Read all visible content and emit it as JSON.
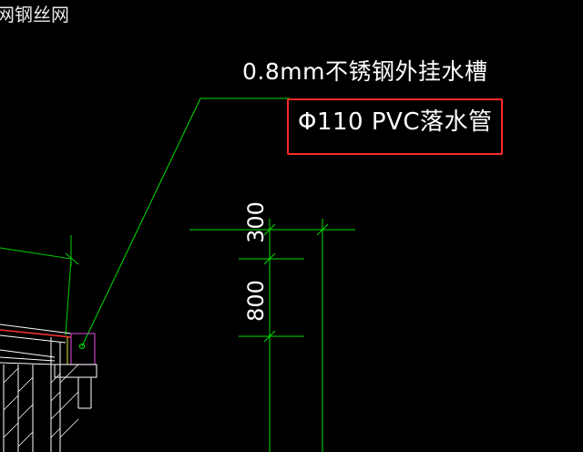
{
  "drawing": {
    "top_left_text": "网钢丝网",
    "gutter_label": "0.8mm不锈钢外挂水槽",
    "pipe_label": "Φ110 PVC落水管",
    "dimension_upper": "300",
    "dimension_lower": "800"
  },
  "colors": {
    "background": "#000000",
    "leader_line": "#00ff00",
    "dimension_line": "#00ff00",
    "highlight_box": "#ff2a2a",
    "gutter_outline": "#cc33cc",
    "roof_edge": "#ff3333",
    "structure": "#ffffff"
  }
}
